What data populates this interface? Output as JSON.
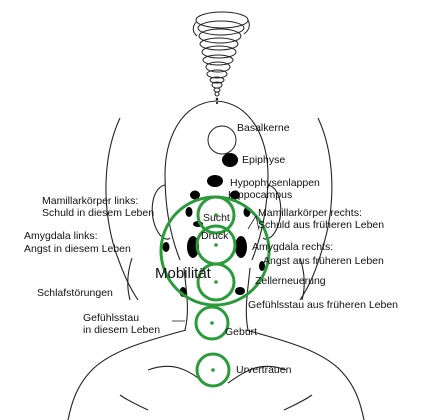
{
  "labels": {
    "basalkerne": "Basalkerne",
    "epiphyse": "Epiphyse",
    "hypophysenlappen": "Hypophysenlappen",
    "hippocampus": "Hippocampus",
    "mamillar_links_1": "Mamillarkörper links:",
    "mamillar_links_2": "Schuld in diesem Leben",
    "sucht": "Sucht",
    "mamillar_rechts_1": "Mamillarkörper rechts:",
    "mamillar_rechts_2": "Schuld aus früheren Leben",
    "druck": "Druck",
    "amygdala_links_1": "Amygdala links:",
    "amygdala_links_2": "Angst in diesem Leben",
    "amygdala_rechts_1": "Amygdala rechts:",
    "amygdala_rechts_2": "Angst aus früheren Leben",
    "mobilitaet": "Mobilität",
    "zellerneuerung": "Zellerneuerung",
    "schlafstoerungen": "Schlafstörungen",
    "gefuehlsstau_frueher": "Gefühlsstau aus früheren Leben",
    "gefuehlsstau_diesem_1": "Gefühlsstau",
    "gefuehlsstau_diesem_2": "in diesem Leben",
    "geburt": "Geburt",
    "urvertrauen": "Urvertrauen"
  },
  "colors": {
    "ring": "#2a9a3a",
    "outline": "#222222",
    "dot": "#000000"
  }
}
